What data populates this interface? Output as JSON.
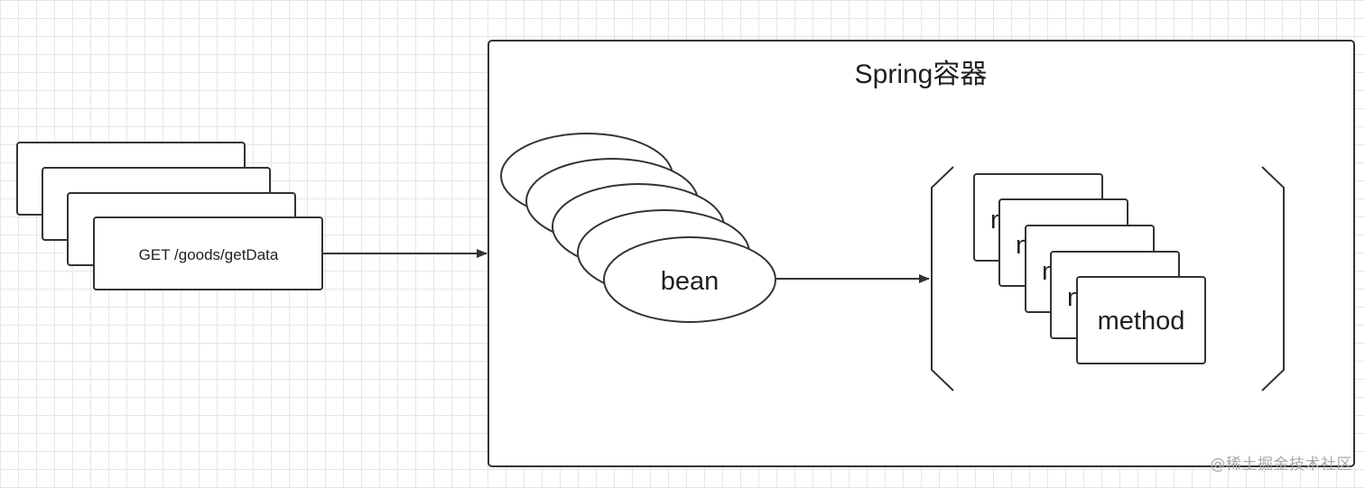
{
  "diagram": {
    "request_label": "GET /goods/getData",
    "container_title": "Spring容器",
    "bean_label": "bean",
    "method_label": "method",
    "method_partial_letter": "n"
  },
  "watermark": {
    "text": "@稀土掘金技术社区"
  },
  "colors": {
    "stroke": "#333333",
    "grid": "#e6e6e6",
    "text": "#1f1f1f",
    "watermark": "#a8a8a8"
  }
}
